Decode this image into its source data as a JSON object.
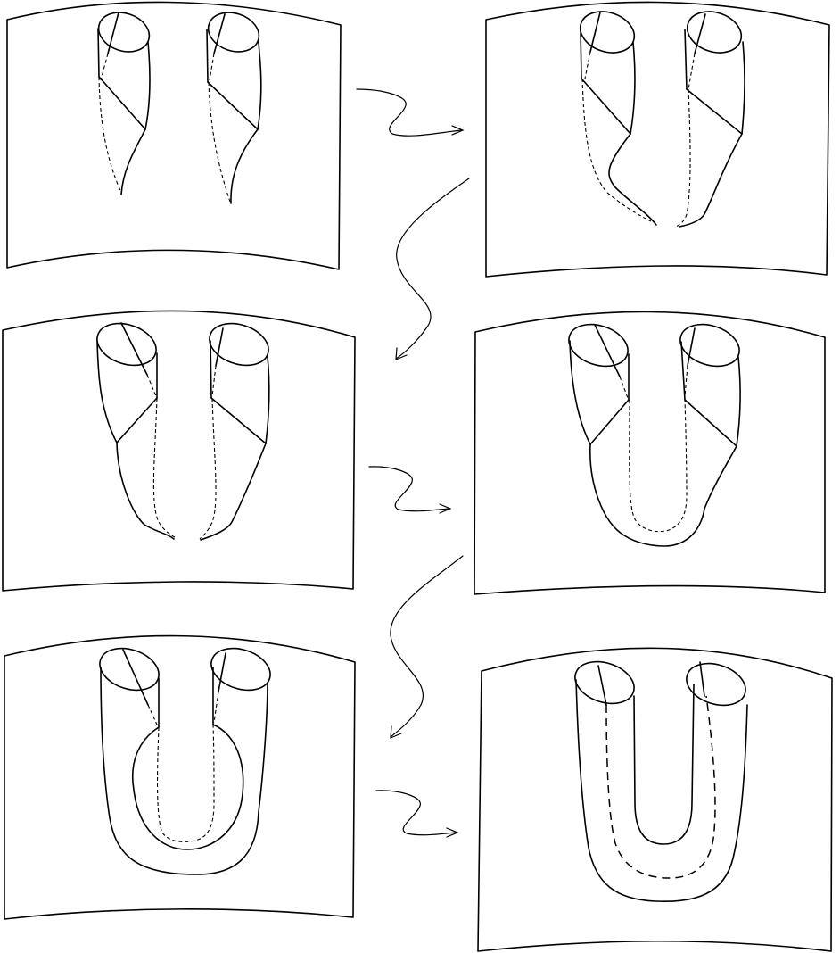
{
  "figure": {
    "panel_count": 6,
    "arrow_count": 5,
    "colors": {
      "ink": "#000000",
      "background": "#ffffff"
    },
    "panels": [
      {
        "id": "panel-1",
        "stage": 1
      },
      {
        "id": "panel-2",
        "stage": 2
      },
      {
        "id": "panel-3",
        "stage": 3
      },
      {
        "id": "panel-4",
        "stage": 4
      },
      {
        "id": "panel-5",
        "stage": 5
      },
      {
        "id": "panel-6",
        "stage": 6
      }
    ]
  }
}
